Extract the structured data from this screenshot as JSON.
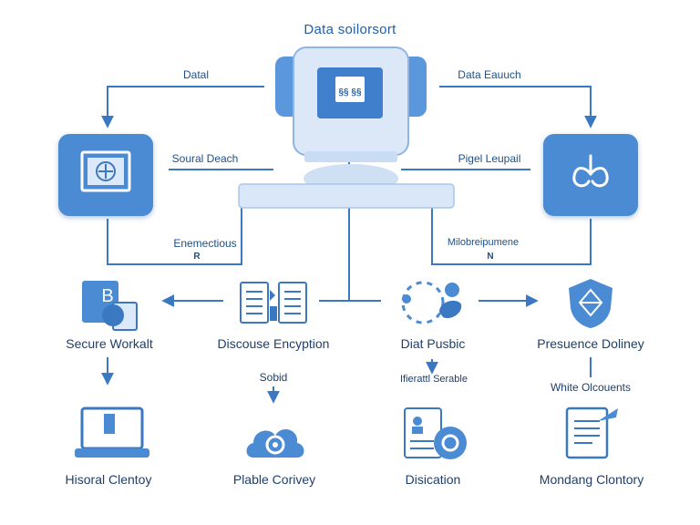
{
  "diagram": {
    "title": "Data soilorsort",
    "edge_labels": {
      "top_left": "Datal",
      "top_right": "Data Eauuch",
      "mid_left": "Soural Deach",
      "mid_right": "Pigel Leupail",
      "low_left": "Enemectious",
      "low_left_tag": "R",
      "low_right": "Milobreipumene",
      "low_right_tag": "N",
      "under_encryption": "Sobid",
      "under_pusbic": "Ifierattl Serable",
      "under_presuence": "White Olcouents"
    },
    "nodes": {
      "secure_workalt": "Secure Workalt",
      "discouse_encyption": "Discouse Encyption",
      "diat_pusbic": "Diat Pusbic",
      "presuence_doliney": "Presuence Doliney",
      "hisoral_clentoy": "Hisoral Clentoy",
      "plable_corivey": "Plable Corivey",
      "disication": "Disication",
      "mondang_clontory": "Mondang Clontory"
    },
    "server_screen_text": "§§ §§",
    "small_tile_letter": "B",
    "colors": {
      "primary": "#4a8bd4",
      "line": "#3b78c2",
      "light": "#e4eefa",
      "text": "#1f4f86"
    }
  }
}
